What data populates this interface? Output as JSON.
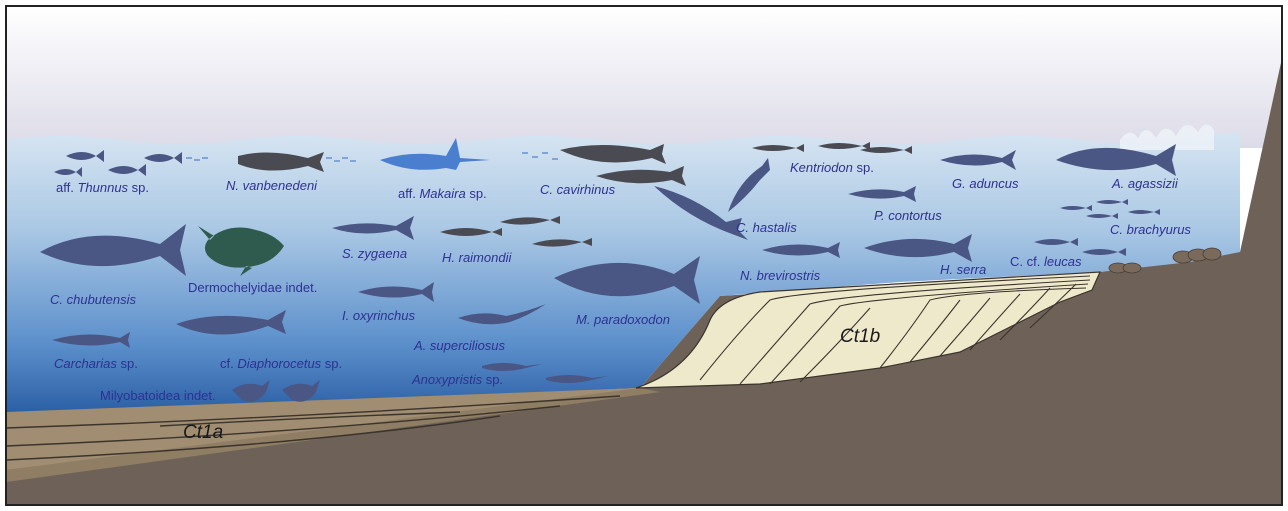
{
  "labels": {
    "thunnus": {
      "pre": "aff. ",
      "italic": "Thunnus",
      "post": " sp."
    },
    "vanbenedeni": {
      "pre": "",
      "italic": "N. vanbenedeni",
      "post": ""
    },
    "makaira": {
      "pre": "aff. ",
      "italic": "Makaira",
      "post": " sp."
    },
    "cavirhinus": {
      "pre": "",
      "italic": "C. cavirhinus",
      "post": ""
    },
    "kentriodon": {
      "pre": "",
      "italic": "Kentriodon",
      "post": " sp."
    },
    "aduncus": {
      "pre": "",
      "italic": "G. aduncus",
      "post": ""
    },
    "agassizii": {
      "pre": "",
      "italic": "A. agassizii",
      "post": ""
    },
    "hastalis": {
      "pre": "",
      "italic": "C. hastalis",
      "post": ""
    },
    "contortus": {
      "pre": "",
      "italic": "P. contortus",
      "post": ""
    },
    "brachyurus": {
      "pre": "",
      "italic": "C. brachyurus",
      "post": ""
    },
    "zygaena": {
      "pre": "",
      "italic": "S. zygaena",
      "post": ""
    },
    "raimondii": {
      "pre": "",
      "italic": "H. raimondii",
      "post": ""
    },
    "brevirostris": {
      "pre": "",
      "italic": "N. brevirostris",
      "post": ""
    },
    "serra": {
      "pre": "",
      "italic": "H. serra",
      "post": ""
    },
    "leucas": {
      "pre": "C. cf. ",
      "italic": "leucas",
      "post": ""
    },
    "chubutensis": {
      "pre": "",
      "italic": "C. chubutensis",
      "post": ""
    },
    "dermochelyidae": {
      "pre": "Dermochelyidae indet.",
      "italic": "",
      "post": ""
    },
    "oxyrinchus": {
      "pre": "",
      "italic": "I. oxyrinchus",
      "post": ""
    },
    "paradoxodon": {
      "pre": "",
      "italic": "M. paradoxodon",
      "post": ""
    },
    "superciliosus": {
      "pre": "",
      "italic": "A. superciliosus",
      "post": ""
    },
    "carcharias": {
      "pre": "",
      "italic": "Carcharias",
      "post": " sp."
    },
    "diaphorocetus": {
      "pre": "cf. ",
      "italic": "Diaphorocetus",
      "post": " sp."
    },
    "anoxypristis": {
      "pre": "",
      "italic": "Anoxypristis",
      "post": " sp."
    },
    "milyobatoidea": {
      "pre": "Milyobatoidea indet.",
      "italic": "",
      "post": ""
    }
  },
  "units": {
    "ct1a": "Ct1a",
    "ct1b": "Ct1b"
  },
  "colors": {
    "sky_top": "#e6e4ef",
    "water_surface": "#d3e2f0",
    "water_deep": "#2f65a8",
    "shelf": "#6e6258",
    "sediment_ct1a": "#a08d72",
    "sediment_ct1b": "#efe9cc",
    "animal_dark": "#4a4a52",
    "animal_blue": "#4a5684",
    "marlin_blue": "#4a7fd0",
    "turtle_green": "#2f5b4e",
    "label_text": "#2e3192"
  }
}
